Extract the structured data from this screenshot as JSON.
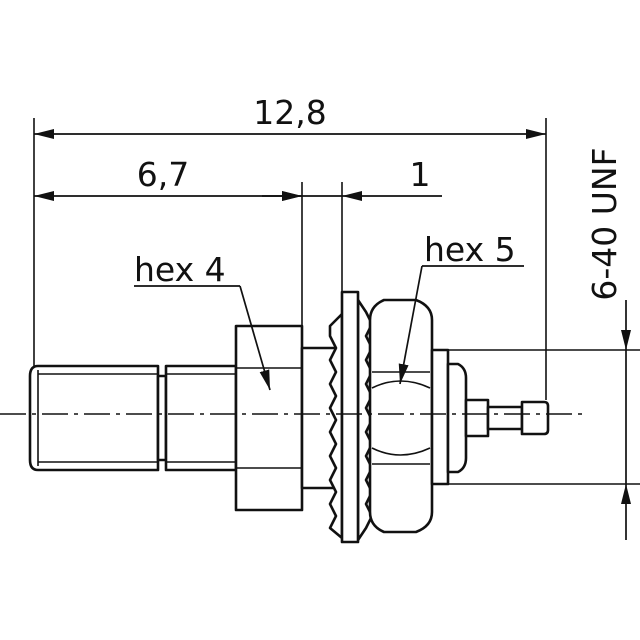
{
  "dimensions": {
    "overall_length": "12,8",
    "body_length": "6,7",
    "flange_width": "1",
    "thread": "6-40 UNF"
  },
  "callouts": {
    "hex_front": "hex 4",
    "hex_rear": "hex 5"
  }
}
